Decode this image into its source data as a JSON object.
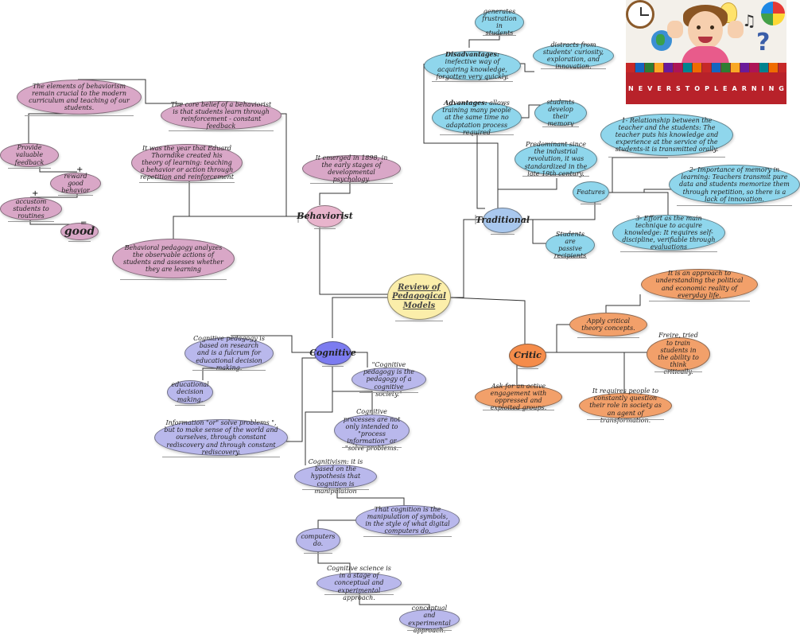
{
  "center": "Review of Pedagogical Models",
  "behaviorist": {
    "title": "Behaviorist",
    "emerged": "It emerged in 1898, in the early stages of developmental psychology.",
    "core_belief": "The core belief of a behaviorist is that students learn through reinforcement - constant feedback",
    "elements": "The elements of behaviorism remain crucial to the modern curriculum and teaching of our students.",
    "feedback": "Provide valuable feedback",
    "reward": "reward good behavior",
    "routines": "accustom students to routines",
    "plus": "+",
    "equals": "=",
    "good": "good",
    "thorndike": "It was the year that Eduard Thorndike created his theory of learning: teaching a behavior or action through repetition and reinforcement",
    "analyzes": "Behavioral pedagogy analyzes the observable actions of students and assesses whether they are learning"
  },
  "traditional": {
    "title": "Traditional",
    "dis_label": "Disadvantages:",
    "disadvantages": " inefective way of acquiring knowledge, forgotten very quickly.",
    "frustration": "generates frustration in students",
    "distracts": "distracts from students' curiosity, exploration, and innovation.",
    "adv_label": "Advantages:",
    "advantages": " allows training many people at the same time no adaptation process required",
    "memory": "students develop their memory",
    "industrial": "Predominant since the industrial revolution, it was standardized in the late 19th century.",
    "features": "Features",
    "f1": "1- Relationship between the teacher and the students: The teacher puts his knowledge and experience at the service of the students-it is transmitted orally.",
    "f2": "2- Importance of memory in learning: Teachers transmit pure data and students memorize them through repetition, so there is a lack of innovation.",
    "f3": "3- Effort as the main technique to acquire knowledge: It requires self-discipline, verifiable through evaluations",
    "passive": "Students are passive recipients"
  },
  "critic": {
    "title": "Critic",
    "approach": "It is an approach to understanding the political and economic reality of everyday life.",
    "apply": "Apply critical theory concepts.",
    "freire": "Freire, tried to train students in the ability to think critically.",
    "engagement": "Ask for an active engagement with oppressed and exploited groups.",
    "requires": "It requires people to constantly question their role in society as an agent of transformation."
  },
  "cognitive": {
    "title": "Cognitive",
    "research": "Cognitive pedagogy is based on research and is a fulcrum for educational decision making.",
    "educational": "educational decision making.",
    "society": "\"Cognitive pedagogy is the pedagogy of a cognitive society.\"",
    "processes": "Cognitive processes are not only intended to \"process information\" or \"solve problems.",
    "sense": "Information \"or\" solve problems \", but to make sense of the world and ourselves, through constant rediscovery and through constant rediscovery.",
    "cognitivism": "Cognitivism: it is based on the hypothesis that cognition is manipulation",
    "symbols": "That cognition is the manipulation of symbols, in the style of what digital computers do.",
    "computers": "computers do.",
    "science": "Cognitive science is in a stage of conceptual and experimental approach.",
    "conceptual": "conceptual and experimental approach."
  },
  "picture": {
    "banner_letters": [
      "N",
      "E",
      "V",
      "E",
      "R",
      "S",
      "T",
      "O",
      "P",
      "L",
      "E",
      "A",
      "R",
      "N",
      "I",
      "N",
      "G"
    ]
  },
  "colors": {
    "behaviorist": "#d9a7c7",
    "traditional": "#8fd6ec",
    "critic": "#f2a06a",
    "cognitive": "#b9b8ec"
  }
}
